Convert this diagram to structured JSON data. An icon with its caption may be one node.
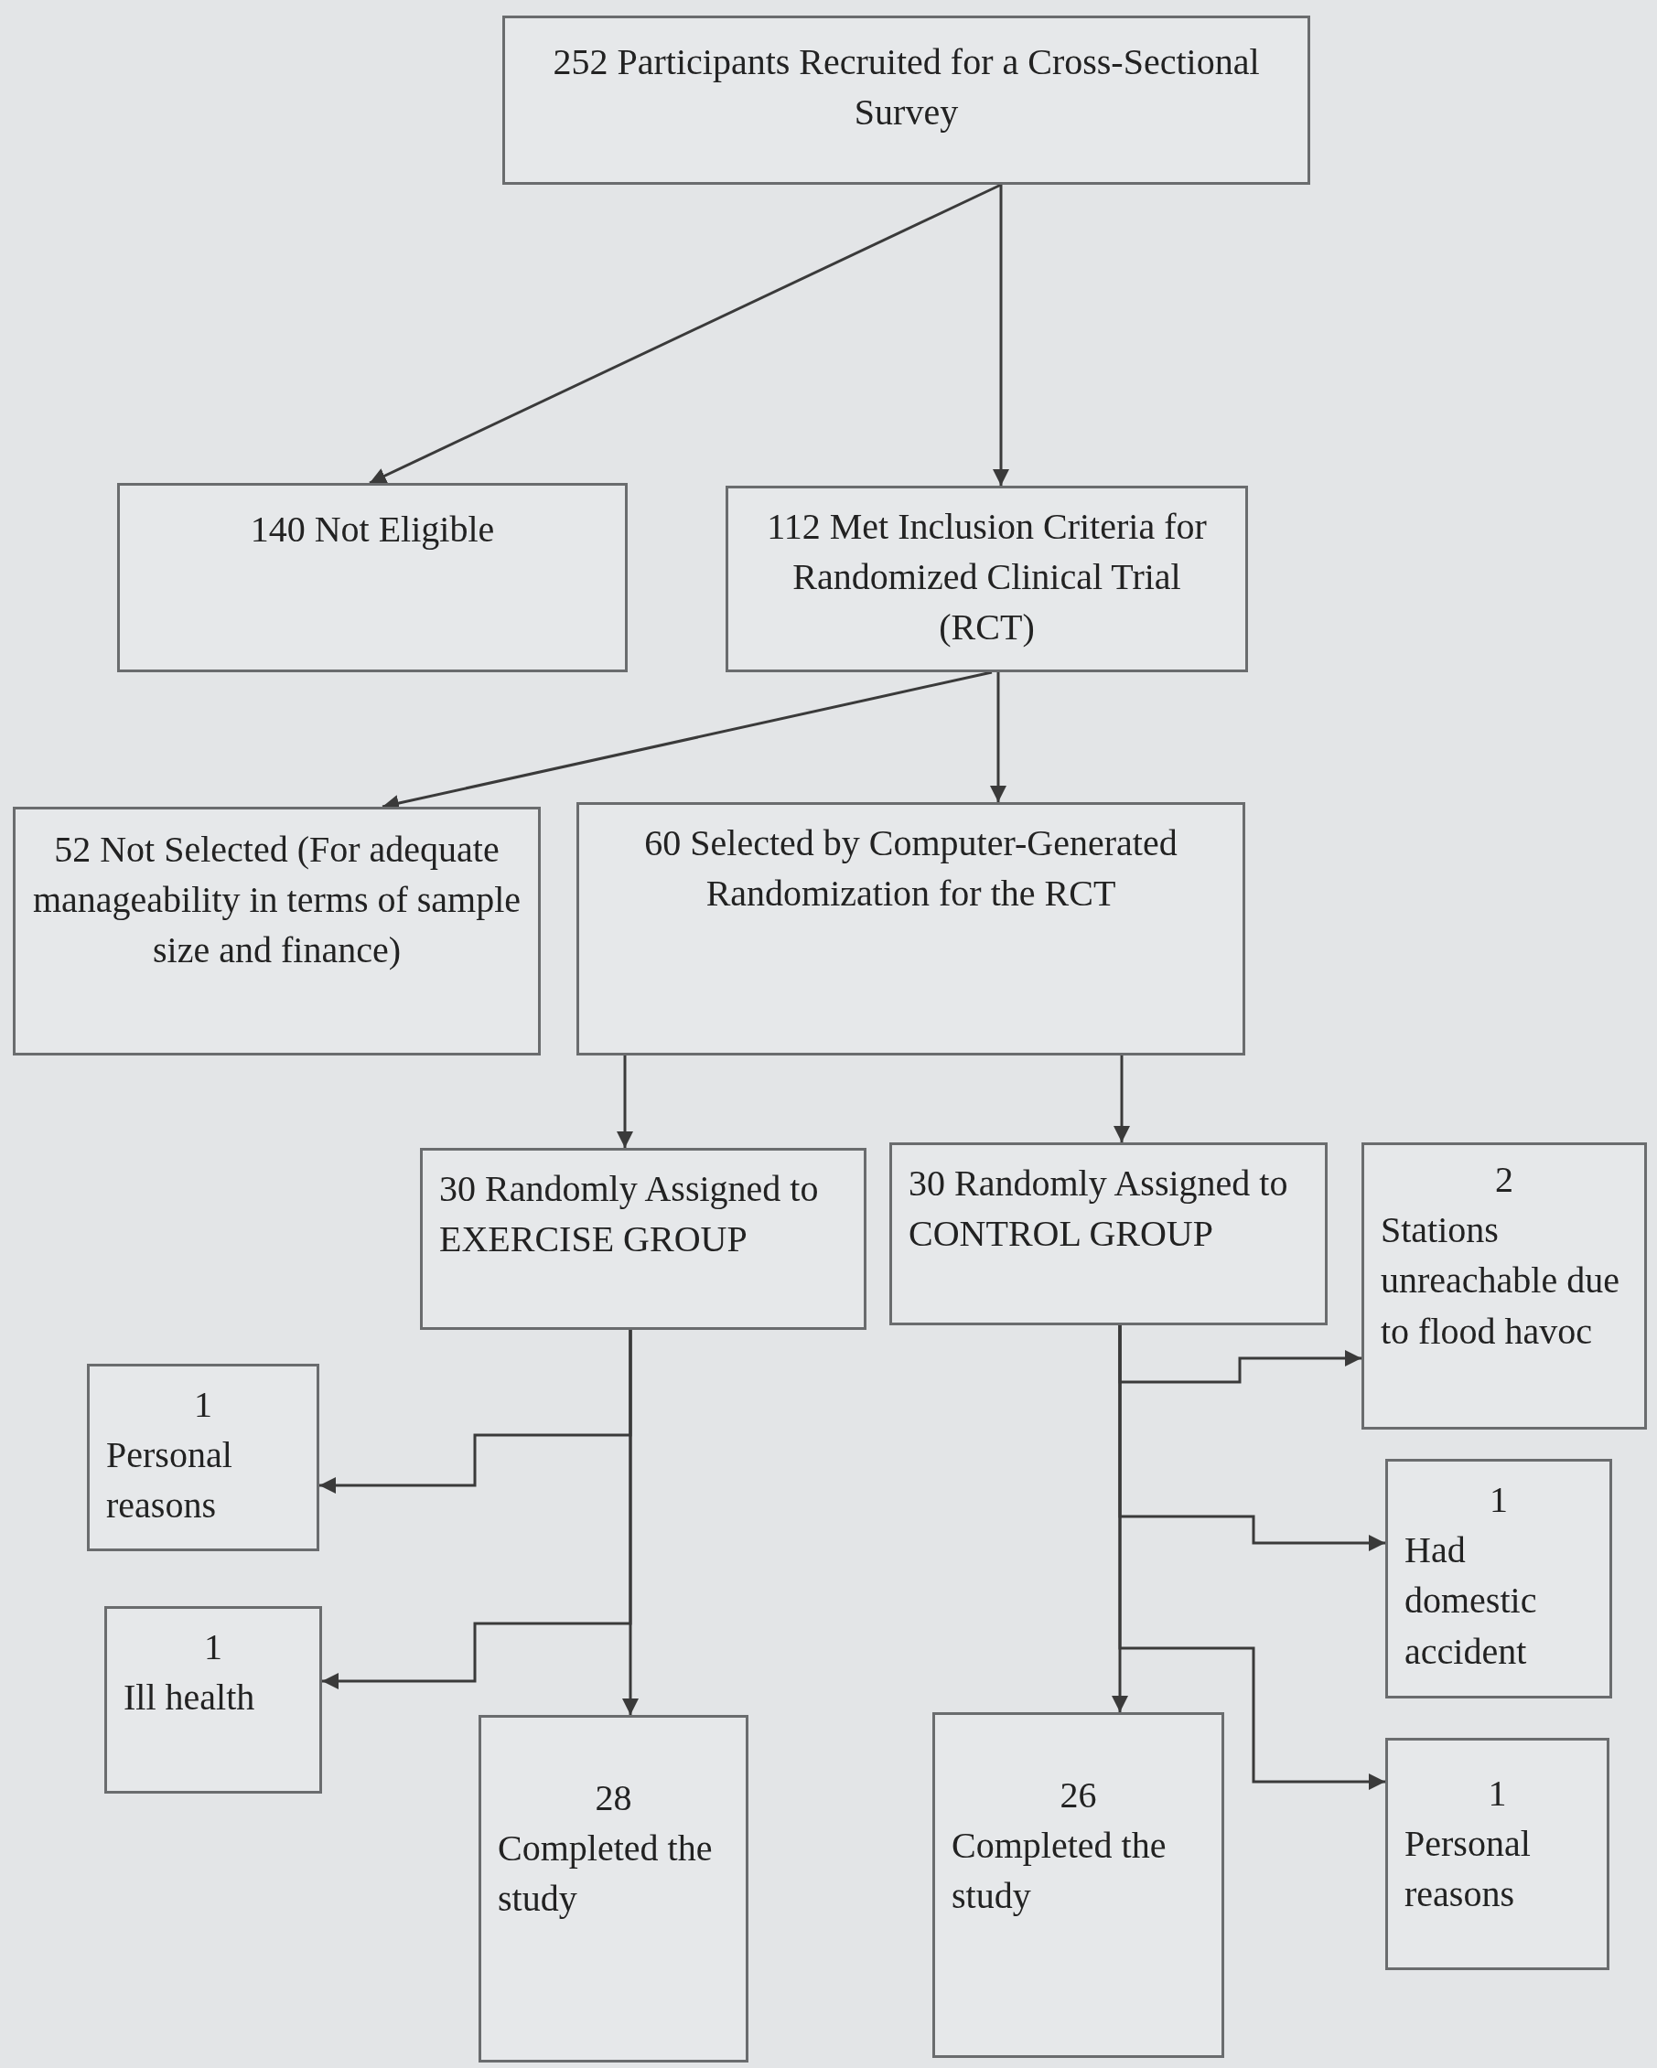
{
  "diagram": {
    "nodes": [
      {
        "text": [
          "252 Participants Recruited for a Cross-Sectional Survey"
        ]
      },
      {
        "text": [
          "140 Not Eligible"
        ]
      },
      {
        "text": [
          "112 Met Inclusion Criteria for Randomized Clinical Trial (RCT)"
        ]
      },
      {
        "text": [
          "52 Not Selected (For adequate manageability in terms of sample size and finance)"
        ]
      },
      {
        "text": [
          "60 Selected by Computer-Generated Randomization for the RCT"
        ]
      },
      {
        "text": [
          "30 Randomly Assigned to EXERCISE GROUP"
        ]
      },
      {
        "text": [
          "30 Randomly Assigned to CONTROL GROUP"
        ]
      },
      {
        "text": [
          "2",
          "Stations unreachable due to flood havoc"
        ]
      },
      {
        "text": [
          "1",
          "Personal reasons"
        ]
      },
      {
        "text": [
          "1",
          "Ill health"
        ]
      },
      {
        "text": [
          "28",
          "Completed the study"
        ]
      },
      {
        "text": [
          "26",
          "Completed the study"
        ]
      },
      {
        "text": [
          "1",
          "Had domestic accident"
        ]
      },
      {
        "text": [
          "1",
          "Personal reasons"
        ]
      }
    ],
    "edges": [
      {
        "from": 0,
        "to": 1,
        "arrow": "to"
      },
      {
        "from": 0,
        "to": 2,
        "arrow": "to"
      },
      {
        "from": 2,
        "to": 3,
        "arrow": "to"
      },
      {
        "from": 2,
        "to": 4,
        "arrow": "to"
      },
      {
        "from": 4,
        "to": 5,
        "arrow": "to"
      },
      {
        "from": 4,
        "to": 6,
        "arrow": "to"
      },
      {
        "from": 5,
        "to": 8,
        "arrow": "to"
      },
      {
        "from": 5,
        "to": 9,
        "arrow": "to"
      },
      {
        "from": 5,
        "to": 10,
        "arrow": "to"
      },
      {
        "from": 6,
        "to": 7,
        "arrow": "to"
      },
      {
        "from": 6,
        "to": 12,
        "arrow": "to"
      },
      {
        "from": 6,
        "to": 13,
        "arrow": "to"
      },
      {
        "from": 6,
        "to": 11,
        "arrow": "to"
      }
    ]
  }
}
